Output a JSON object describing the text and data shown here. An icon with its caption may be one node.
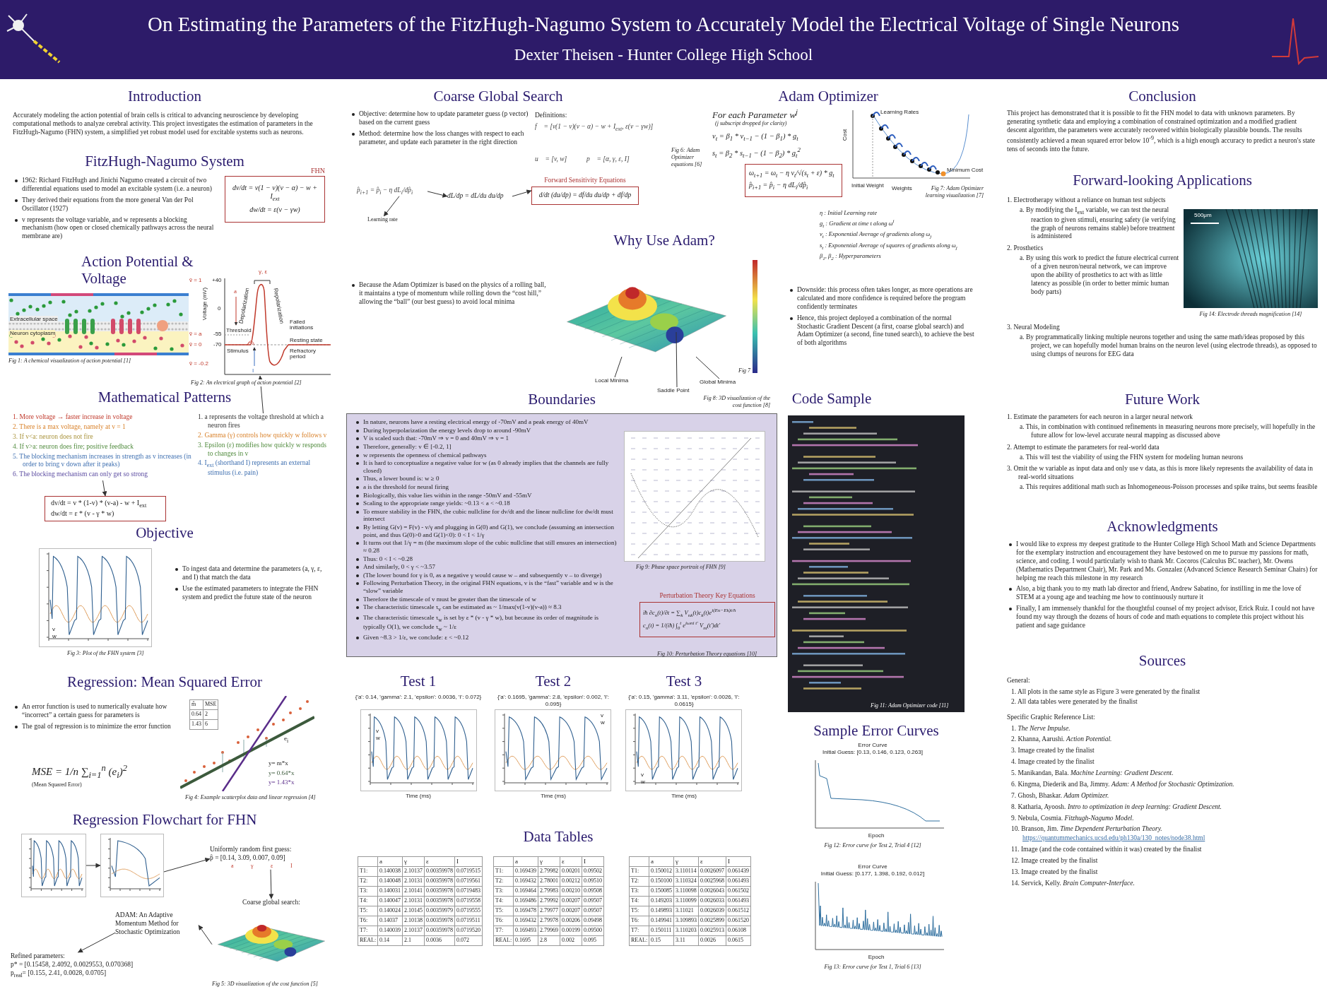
{
  "diagram": {
    "title": "On Estimating the Parameters of the FitzHugh-Nagumo System to Accurately Model the Electrical Voltage of Single Neurons",
    "nodes": [
      {
        "text": [
          "FHN",
          "dv/dt = v(1 − v)(v − α) − w + I$_{ext}$",
          "dw/dt = ε(v − γw)"
        ]
      },
      {
        "text": [
          "1. More voltage → faster increase in voltage",
          "2. There is a max voltage, namely at v = 1",
          "3. If v<a: neuron does not fire",
          "4. If v>a: neuron does fire; positive feedback",
          "5. The blocking mechanism increases in strength as v increases (in order to bring v down after it peaks)",
          "6. The blocking mechanism can only get so strong"
        ]
      },
      {
        "text": [
          "dv/dt = v * (1-v) * (v-a) - w + I$_{ext}$",
          "dw/dt = ε * (v - γ * w)"
        ]
      },
      {
        "text": [
          "1. a represents the voltage threshold at which a neuron fires",
          "2. Gamma (γ) controls how quickly w follows v",
          "3. Epsilon (ε) modifies how quickly w responds to changes in v",
          "4. I$_{ext}$ (shorthand I) represents an external stimulus (i.e. pain)"
        ]
      },
      {
        "text": [],
        "shape": "picture"
      },
      {
        "text": [],
        "shape": "picture"
      },
      {
        "text": [],
        "shape": "picture"
      },
      {
        "text": [
          "Uniformly random first guess:",
          "p̂ = [0.14, 3.09, 0.007, 0.09]"
        ],
        "beside": [
          "a",
          "γ",
          "ε",
          "I"
        ]
      },
      {
        "text": [
          "Coarse global search:"
        ]
      },
      {
        "text": [
          "ADAM: An Adaptive Momentum Method for Stochastic Optimization"
        ]
      },
      {
        "text": [
          "Refined parameters:",
          "p* = [0.15458, 2.4092, 0.0029553, 0.070368]",
          "p$_{real}$= [0.155, 2.41, 0.0028, 0.0705]"
        ]
      },
      {
        "text": [
          "p̂$_{i+1}$ = p̂$_{i}$ − η dL$_{i}$/dp̂$_{i}$"
        ]
      },
      {
        "text": [
          "Learning rate"
        ]
      },
      {
        "text": [
          "dL/dp = dL/du du/dp"
        ]
      },
      {
        "text": [
          "Forward Sensitivity Equations",
          "d/dt (du/dp) = df/du du/dp + df/dp"
        ]
      },
      {
        "text": [
          "Local Minima"
        ]
      },
      {
        "text": [
          "Saddle Point"
        ]
      },
      {
        "text": [
          "Global Minima"
        ]
      },
      {
        "text": [
          "ω$_{t+1}$ = ω$_{t}$ − η ν$_{t}$/√(s$_{t}$ + ε) * g$_{t}$",
          "p̂$_{i+1}$ = p̂$_{i}$ − η dL$_{i}$/dp̂$_{i}$"
        ]
      },
      {
        "text": [
          "Boundaries",
          "In nature, neurons have a resting electrical energy of -70mV and a peak energy of 40mV",
          "During hyperpolarization the energy levels drop to around -90mV",
          "V is scaled such that: -70mV ⇒ v = 0 and 40mV ⇒ v = 1",
          "Therefore, generally: v ∈ [-0.2, 1]",
          "w represents the openness of chemical pathways",
          "It is hard to conceptualize a negative value for w (as 0 already implies that the channels are fully closed)",
          "Thus, a lower bound is: w ≥ 0",
          "a is the threshold for neural firing",
          "Biologically, this value lies within in the range -50mV and -55mV",
          "Scaling to the appropriate range yields: ~0.13 < a < ~0.18",
          "To ensure stability in the FHN, the cubic nullcline for dv/dt and the linear nullcline for dw/dt must intersect",
          "By letting G(v) = F(v) - v/γ and plugging in G(0) and G(1), we conclude (assuming an intersection point, and thus G(0)>0 and G(1)<0): 0 < I < 1/γ",
          "It turns out that 1/γ = m (the maximum slope of the cubic nullcline that still ensures an intersection) ≈ 0.28",
          "Thus: 0 < I < ~0.28",
          "And similarly, 0 < γ < ~3.57",
          "(The lower bound for γ is 0, as a negative γ would cause w – and subsequently v – to diverge)",
          "Following Perturbation Theory, in the original FHN equations, v is the “fast” variable and w is the “slow” variable",
          "Therefore the timescale of v must be greater than the timescale of w",
          "The characteristic timescale τ$_{v}$ can be estimated as ~ 1/max(v(1-v)(v-a)) ≈ 8.3",
          "The characteristic timescale τ$_{w}$ is set by ε * (v - γ * w), but because its order of magnitude is typically O(1), we conclude τ$_{w}$ ~ 1/ε",
          "Given ~8.3 > 1/ε, we conclude: ε < ~0.12"
        ]
      },
      {
        "text": [
          "Perturbation Theory Key Equations",
          "iħ ∂c$_{n}$(t)/∂t = ∑$_{k}$ V$_{nk}$(t)c$_{k}$(t)e$^{i(En−Ek)t/ħ}$",
          "c$_{n}$(t) = 1/(iħ) ∫$_{0}$$^{t}$ e$^{iωni t′}$ V$_{ni}$(t′)dt′"
        ],
        "in": 19
      }
    ],
    "edges": [
      {
        "from": 1,
        "to": 2,
        "arrow": "to"
      },
      {
        "from": 3,
        "to": 4,
        "arrow": "to"
      },
      {
        "from": 5,
        "to": 6,
        "arrow": "to"
      },
      {
        "from": 6,
        "to": 7,
        "arrow": "to"
      },
      {
        "from": 7,
        "to": 8,
        "arrow": "to"
      },
      {
        "from": 8,
        "to": 9,
        "arrow": "to"
      },
      {
        "from": 9,
        "to": 10,
        "arrow": "to"
      },
      {
        "from": 11,
        "to": 12,
        "arrow": "to"
      },
      {
        "from": 11,
        "to": 13,
        "arrow": "to"
      },
      {
        "from": 13,
        "to": 14,
        "arrow": "to"
      },
      {
        "from": 15,
        "to": null,
        "arrow": "none"
      },
      {
        "from": 16,
        "to": null,
        "arrow": "none"
      },
      {
        "from": 17,
        "to": null,
        "arrow": "none"
      }
    ],
    "labels": [
      "Dexter Theisen - Hunter College High School",
      "Introduction",
      "Accurately modeling the action potential of brain cells is critical to advancing neuroscience by developing computational methods to analyze cerebral activity. This project investigates the estimation of parameters in the FitzHugh-Nagumo (FHN) system, a simplified yet robust model used for excitable systems such as neurons.",
      "FitzHugh-Nagumo System",
      "1962: Richard FitzHugh and Jinichi Nagumo created a circuit of two differential equations used to model an excitable system (i.e. a neuron)",
      "They derived their equations from the more general Van der Pol Oscillator (1927)",
      "v represents the voltage variable, and w represents a blocking mechanism (how open or closed chemically pathways across the neural membrane are)",
      "Action Potential & Voltage",
      "Extracellular space",
      "Neuron cytoplasm",
      "Fig 1: A chemical visualization of action potential [1]",
      "ṽ = 1",
      "+40",
      "0",
      "ṽ = a",
      "-55",
      "ṽ = 0",
      "-70",
      "ṽ = -0.2",
      "Voltage (mV)",
      "γ, ε",
      "a",
      "Threshold",
      "Depolarization",
      "Repolarization",
      "Failed initiations",
      "Resting state",
      "Stimulus",
      "I",
      "Refractory period",
      "Fig 2: An electrical graph of action potential [2]",
      "Mathematical Patterns",
      "Objective",
      "Fig 3: Plot of the FHN system [3]",
      "To ingest data and determine the parameters (a, γ, ε, and I) that match the data",
      "Use the estimated parameters to integrate the FHN system and predict the future state of the neuron",
      "Regression: Mean Squared Error",
      "An error function is used to numerically evaluate how “incorrect” a certain guess for parameters is",
      "The goal of regression is to minimize the error function",
      "MSE = 1/n ∑$_{i=1}$$^{n}$ (e$_{i}$)$^{2}$",
      "(Mean Squared Error)",
      "m̂",
      "MSE",
      "0.64",
      "2",
      "1.43",
      "6",
      "e$_{i}$",
      "y= m*x",
      "y= 0.64*x",
      "y= 1.43*x",
      "Fig 4: Example scatterplot data and linear regression [4]",
      "Regression Flowchart for FHN",
      "Fig 5: 3D visualization of the cost function [5]",
      "Coarse Global Search",
      "Objective: determine how to update parameter guess (p vector) based on the current guess",
      "Method: determine how the loss changes with respect to each parameter, and update each parameter in the right direction",
      "Definitions:",
      "f⃗ = [v(1 − v)(v − α) − w + I$_{ext}$, ε(v − γw)]",
      "u⃗ = [v, w]",
      "p⃗ = [α, γ, ε, I]",
      "Why Use Adam?",
      "Because the Adam Optimizer is based on the physics of a rolling ball, it maintains a type of momentum while rolling down the “cost hill,” allowing the “ball” (our best guess) to avoid local minima",
      "Fig 7",
      "Fig 8: 3D visualization of the cost function [8]",
      "Adam Optimizer",
      "For each Parameter w$^{j}$",
      "(j subscript dropped for clarity)",
      "ν$_{t}$ = β$_{1}$ * ν$_{t−1}$ − (1 − β$_{1}$) * g$_{t}$",
      "s$_{t}$ = β$_{2}$ * s$_{t−1}$ − (1 − β$_{2}$) * g$_{t}$$^{2}$",
      "Fig 6: Adam Optimizer equations [6]",
      "Learning Rates",
      "Cost",
      "Initial Weight",
      "Weights",
      "Minimum Cost",
      "Fig 7: Adam Optimizer learning visualization [7]",
      "η : Initial Learning rate",
      "g$_{t}$ : Gradient at time t along ω$^{j}$",
      "ν$_{t}$ : Exponential Average of gradients along ω$_{j}$",
      "s$_{t}$ : Exponential Average of squares of gradients along ω$_{j}$",
      "β$_{1}$, β$_{2}$ : Hyperparameters",
      "Downside: this process often takes longer, as more operations are calculated and more confidence is required before the program confidently terminates",
      "Hence, this project deployed a combination of the normal Stochastic Gradient Descent (a first, coarse global search) and Adam Optimizer (a second, fine tuned search), to achieve the best of both algorithms",
      "Code Sample",
      "Fig 11: Adam Optimizer code [11]",
      "Sample Error Curves",
      "Error Curve",
      "Initial Guess: [0.13, 0.146, 0.123, 0.263]",
      "Epoch",
      "Fig 12: Error curve for Test 2, Trial 4 [12]",
      "Error Curve",
      "Initial Guess: [0.177, 1.398, 0.192, 0.012]",
      "Epoch",
      "Fig 13: Error curve for Test 1, Trial 6 [13]",
      "Test 1",
      "{'a': 0.14, 'gamma': 2.1, 'epsilon': 0.0036, 'I': 0.072}",
      "Time (ms)",
      "Test 2",
      "{'a': 0.1695, 'gamma': 2.8, 'epsilon': 0.002, 'I': 0.095}",
      "Time (ms)",
      "Test 3",
      "{'a': 0.15, 'gamma': 3.11, 'epsilon': 0.0026, 'I': 0.0615}",
      "Time (ms)",
      "v",
      "w",
      "v",
      "w",
      "v",
      "w",
      "v",
      "w",
      "Data Tables",
      "a",
      "γ",
      "ε",
      "I",
      "T1:",
      "0.140038",
      "2.10137",
      "0.00359978",
      "0.0719515",
      "T2:",
      "0.140048",
      "2.10131",
      "0.00359978",
      "0.0719561",
      "T3:",
      "0.140031",
      "2.10141",
      "0.00359978",
      "0.0719483",
      "T4:",
      "0.140047",
      "2.10131",
      "0.00359978",
      "0.0719558",
      "T5:",
      "0.140024",
      "2.10145",
      "0.00359979",
      "0.0719555",
      "T6:",
      "0.14037",
      "2.10138",
      "0.00359978",
      "0.0719511",
      "T7:",
      "0.140039",
      "2.10137",
      "0.00359978",
      "0.0719520",
      "REAL:",
      "0.14",
      "2.1",
      "0.0036",
      "0.072",
      "a",
      "γ",
      "ε",
      "I",
      "T1:",
      "0.169439",
      "2.79982",
      "0.00201",
      "0.09502",
      "T2:",
      "0.169432",
      "2.78001",
      "0.00212",
      "0.09510",
      "T3:",
      "0.169464",
      "2.79983",
      "0.00210",
      "0.09508",
      "T4:",
      "0.169486",
      "2.79992",
      "0.00207",
      "0.09507",
      "T5:",
      "0.169478",
      "2.79977",
      "0.00207",
      "0.09507",
      "T6:",
      "0.169432",
      "2.79978",
      "0.00206",
      "0.09498",
      "T7:",
      "0.169493",
      "2.79969",
      "0.00199",
      "0.09500",
      "REAL:",
      "0.1695",
      "2.8",
      "0.002",
      "0.095",
      "a",
      "γ",
      "ε",
      "I",
      "T1:",
      "0.150012",
      "3.110114",
      "0.0026097",
      "0.061439",
      "T2:",
      "0.150100",
      "3.110324",
      "0.0025968",
      "0.061493",
      "T3:",
      "0.150085",
      "3.110098",
      "0.0026043",
      "0.061502",
      "T4:",
      "0.149203",
      "3.110099",
      "0.0026033",
      "0.061493",
      "T5:",
      "0.149893",
      "3.11021",
      "0.0026039",
      "0.061512",
      "T6:",
      "0.149941",
      "3.109893",
      "0.0025899",
      "0.061520",
      "T7:",
      "0.150111",
      "3.110203",
      "0.0025913",
      "0.06108",
      "REAL:",
      "0.15",
      "3.11",
      "0.0026",
      "0.0615",
      "Fig 9: Phase space portrait of FHN [9]",
      "Fig 10: Perturbation Theory equations [10]",
      "Conclusion",
      "This project has demonstrated that it is possible to fit the FHN model to data with unknown parameters. By generating synthetic data and employing a combination of constrained optimization and a modified gradient descent algorithm, the parameters were accurately recovered within biologically plausible bounds. The results consistently achieved a mean squared error below 10$^{-9}$, which is a high enough accuracy to predict a neuron's state tens of seconds into the future.",
      "Forward-looking Applications",
      "1. Electrotherapy without a reliance on human test subjects",
      "a. By modifying the I$_{ext}$ variable, we can test the neural reaction to given stimuli, ensuring safety (ie verifying the graph of neurons remains stable) before treatment is administered",
      "2. Prosthetics",
      "a. By using this work to predict the future electrical current of a given neuron/neural network, we can improve upon the ability of prosthetics to act with as little latency as possible (in order to better mimic human body parts)",
      "3. Neural Modeling",
      "a. By programmatically linking multiple neurons together and using the same math/ideas proposed by this project, we can hopefully model human brains on the neuron level (using electrode threads), as opposed to using clumps of neurons for EEG data",
      "500μm",
      "Fig 14: Electrode threads magnification [14]",
      "Future Work",
      "1. Estimate the parameters for each neuron in a larger neural network",
      "a. This, in combination with continued refinements in measuring neurons more precisely, will hopefully in the future allow for low-level accurate neural mapping as discussed above",
      "2. Attempt to estimate the parameters for real-world data",
      "a. This will test the viability of using the FHN system for modeling human neurons",
      "3. Omit the w variable as input data and only use v data, as this is more likely represents the availability of data in real-world situations",
      "a. This requires additional math such as Inhomogeneous-Poisson processes and spike trains, but seems feasible",
      "Acknowledgments",
      "I would like to express my deepest gratitude to the Hunter College High School Math and Science Departments for the exemplary instruction and encouragement they have bestowed on me to pursue my passions for math, science, and coding. I would particularly wish to thank Mr. Cocoros (Calculus BC teacher), Mr. Owens (Mathematics Department Chair), Mr. Park and Ms. Gonzalez (Advanced Science Research Seminar Chairs) for helping me reach this milestone in my research",
      "Also, a big thank you to my math lab director and friend, Andrew Sabatino, for instilling in me the love of STEM at a young age and teaching me how to continuously nurture it",
      "Finally, I am immensely thankful for the thoughtful counsel of my project advisor, Erick Ruiz. I could not have found my way through the dozens of hours of code and math equations to complete this project without his patient and sage guidance",
      "Sources",
      "General:",
      "1. All plots in the same style as Figure 3 were generated by the finalist",
      "2. All data tables were generated by the finalist",
      "Specific Graphic Reference List:",
      "1. *The Nerve Impulse.*",
      "2. Khanna, Aarushi. *Action Potential.*",
      "3. Image created by the finalist",
      "4. Image created by the finalist",
      "5. Manikandan, Bala. *Machine Learning: Gradient Descent.*",
      "6. Kingma, Diederik and Ba, Jimmy. *Adam: A Method for Stochastic Optimization.*",
      "7. Ghosh, Bhaskar. *Adam Optimizer.*",
      "8. Katharia, Ayoosh. *Intro to optimization in deep learning: Gradient Descent.*",
      "9. Nebula, Cosmia. *Fitzhugh-Nagumo Model.*",
      "10. Branson, Jim. *Time Dependent Perturbation Theory.*",
      "https://quantummechanics.ucsd.edu/ph130a/130_notes/node38.html",
      "11. Image (and the code contained within it was) created by the finalist",
      "12. Image created by the finalist",
      "13. Image created by the finalist",
      "14. Servick, Kelly. *Brain Computer-Interface.*"
    ]
  }
}
